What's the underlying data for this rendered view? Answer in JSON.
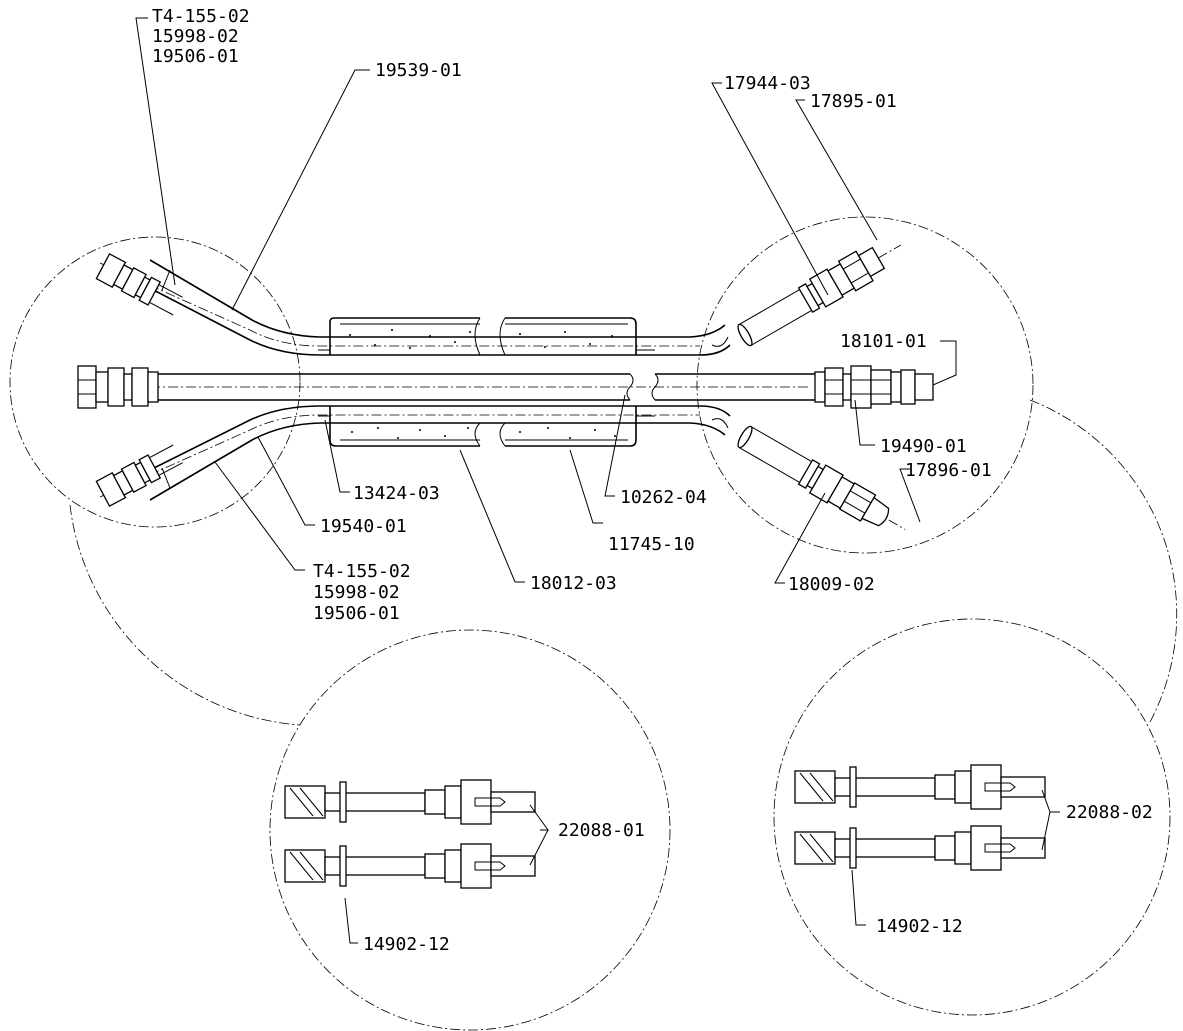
{
  "callouts": {
    "top_left_block": [
      "T4-155-02",
      "15998-02",
      "19506-01"
    ],
    "bottom_left_block": [
      "T4-155-02",
      "15998-02",
      "19506-01"
    ],
    "hose_upper": "19539-01",
    "hose_lower": "19540-01",
    "fitting_upper_right_a": "17944-03",
    "fitting_upper_right_b": "17895-01",
    "adapter_right": "18101-01",
    "nut_right": "19490-01",
    "fitting_lower_right": "17896-01",
    "ferrule_lower_right": "18009-02",
    "sleeve_left": "13424-03",
    "insulation_body": "18012-03",
    "jacket": "11745-10",
    "center_tube": "10262-04",
    "detail_left_label": "22088-01",
    "detail_left_clamp": "14902-12",
    "detail_right_label": "22088-02",
    "detail_right_clamp": "14902-12"
  }
}
